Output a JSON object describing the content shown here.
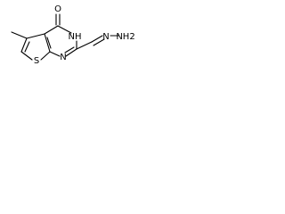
{
  "molecule": {
    "labels": {
      "oxygen": "O",
      "nh": "NH",
      "sulfur": "S",
      "nitrogen": "N",
      "hydrazone_n": "N",
      "nh2": "NH2"
    }
  }
}
